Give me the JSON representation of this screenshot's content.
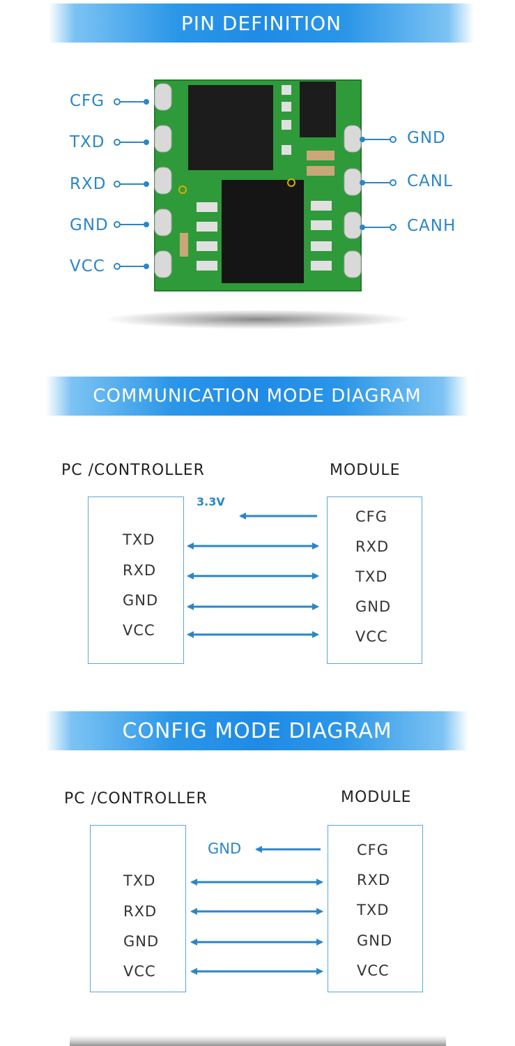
{
  "banners": {
    "pin_definition": "PIN DEFINITION",
    "communication": "COMMUNICATION MODE DIAGRAM",
    "config": "CONFIG MODE DIAGRAM"
  },
  "pins": {
    "left": [
      "CFG",
      "TXD",
      "RXD",
      "GND",
      "VCC"
    ],
    "right": [
      "GND",
      "CANL",
      "CANH"
    ]
  },
  "communication_diagram": {
    "left_title": "PC /CONTROLLER",
    "right_title": "MODULE",
    "left_signals": [
      "TXD",
      "RXD",
      "GND",
      "VCC"
    ],
    "right_signals": [
      "CFG",
      "RXD",
      "TXD",
      "GND",
      "VCC"
    ],
    "cfg_input": "3.3V"
  },
  "config_diagram": {
    "left_title": "PC /CONTROLLER",
    "right_title": "MODULE",
    "left_signals": [
      "TXD",
      "RXD",
      "GND",
      "VCC"
    ],
    "right_signals": [
      "CFG",
      "RXD",
      "TXD",
      "GND",
      "VCC"
    ],
    "cfg_input": "GND"
  },
  "colors": {
    "accent_blue": "#2a86c8",
    "pcb_green": "#2f9a3a",
    "banner_blue": "#1f8be6"
  }
}
